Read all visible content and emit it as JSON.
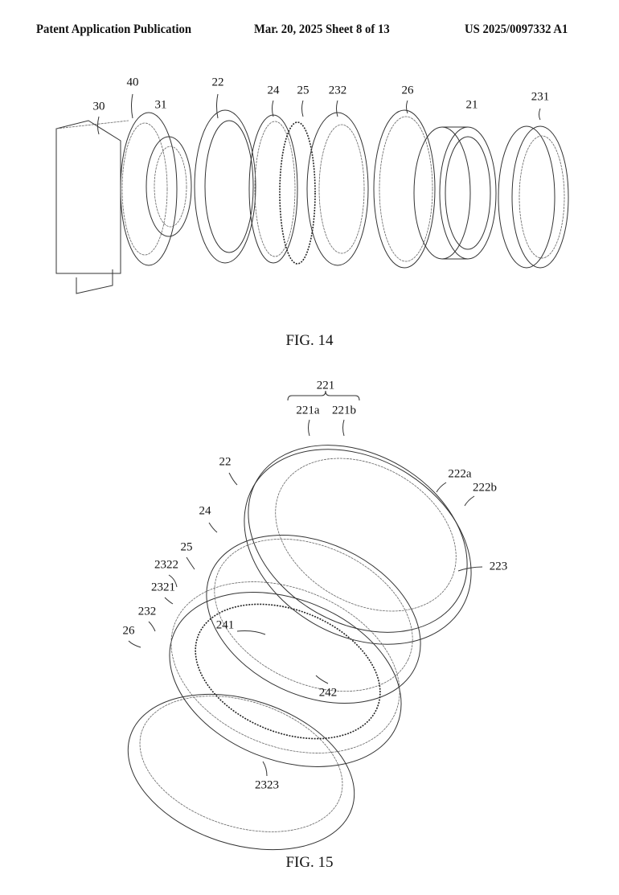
{
  "header": {
    "left": "Patent Application Publication",
    "center": "Mar. 20, 2025  Sheet 8 of 13",
    "right": "US 2025/0097332 A1"
  },
  "fig14": {
    "caption": "FIG. 14",
    "labels": [
      "30",
      "40",
      "31",
      "22",
      "24",
      "25",
      "232",
      "26",
      "21",
      "231"
    ]
  },
  "fig15": {
    "caption": "FIG. 15",
    "labels": [
      "221",
      "221a",
      "221b",
      "22",
      "222a",
      "222b",
      "24",
      "223",
      "25",
      "2322",
      "2321",
      "232",
      "26",
      "241",
      "242",
      "2323"
    ]
  }
}
